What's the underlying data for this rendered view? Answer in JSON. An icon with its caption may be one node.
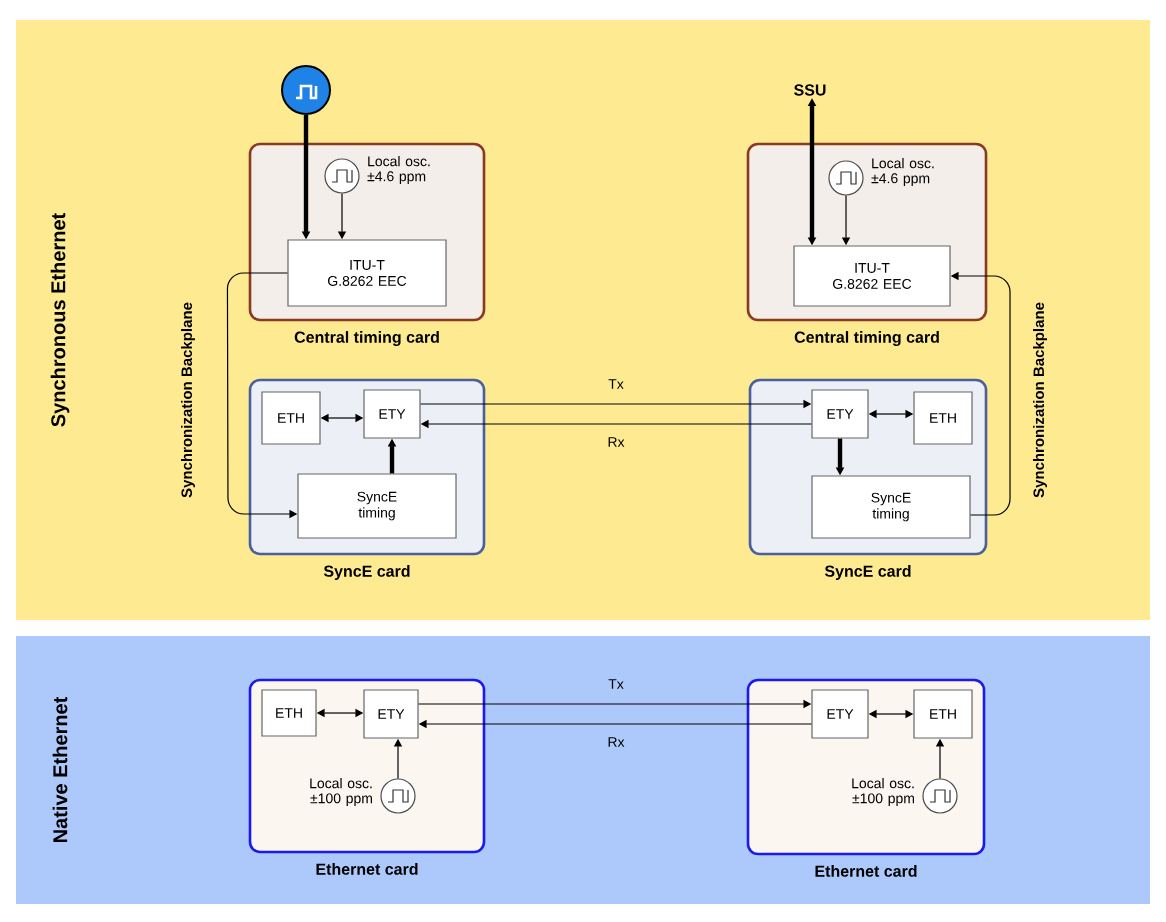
{
  "diagram": {
    "nodes": [
      {
        "text": [
          "Synchronous Ethernet"
        ]
      },
      {
        "text": [
          "Native Ethernet"
        ]
      },
      {
        "text": [
          "Central timing card"
        ],
        "in": 0
      },
      {
        "text": [],
        "shape": "circle",
        "in": 0
      },
      {
        "text": [],
        "shape": "circle",
        "beside": [
          "Local osc. ±4.6 ppm"
        ],
        "in": 2
      },
      {
        "text": [
          "ITU-T G.8262 EEC"
        ],
        "in": 2
      },
      {
        "text": [
          "SyncE card"
        ],
        "in": 0
      },
      {
        "text": [
          "ETH"
        ],
        "in": 6
      },
      {
        "text": [
          "ETY"
        ],
        "in": 6
      },
      {
        "text": [
          "SyncE timing"
        ],
        "in": 6
      },
      {
        "text": [
          "SSU"
        ],
        "in": 0
      },
      {
        "text": [
          "Central timing card"
        ],
        "in": 0
      },
      {
        "text": [],
        "shape": "circle",
        "beside": [
          "Local osc. ±4.6 ppm"
        ],
        "in": 11
      },
      {
        "text": [
          "ITU-T G.8262 EEC"
        ],
        "in": 11
      },
      {
        "text": [
          "SyncE card"
        ],
        "in": 0
      },
      {
        "text": [
          "ETY"
        ],
        "in": 14
      },
      {
        "text": [
          "ETH"
        ],
        "in": 14
      },
      {
        "text": [
          "SyncE timing"
        ],
        "in": 14
      },
      {
        "text": [
          "Ethernet card"
        ],
        "in": 1
      },
      {
        "text": [
          "ETH"
        ],
        "in": 18
      },
      {
        "text": [
          "ETY"
        ],
        "in": 18
      },
      {
        "text": [],
        "shape": "circle",
        "beside": [
          "Local osc. ±100 ppm"
        ],
        "in": 18
      },
      {
        "text": [
          "Ethernet card"
        ],
        "in": 1
      },
      {
        "text": [
          "ETY"
        ],
        "in": 22
      },
      {
        "text": [
          "ETH"
        ],
        "in": 22
      },
      {
        "text": [],
        "shape": "circle",
        "beside": [
          "Local osc. ±100 ppm"
        ],
        "in": 22
      }
    ],
    "edges": [
      {
        "from": 3,
        "to": 5,
        "arrow": "to",
        "style": "thick"
      },
      {
        "from": 4,
        "to": 5,
        "arrow": "to"
      },
      {
        "from": 5,
        "to": 9,
        "arrow": "to",
        "label": "Synchronization Backplane"
      },
      {
        "from": 7,
        "to": 8,
        "arrow": "both"
      },
      {
        "from": 8,
        "to": 15,
        "arrow": "to",
        "label": "Tx"
      },
      {
        "from": 15,
        "to": 8,
        "arrow": "to",
        "label": "Rx"
      },
      {
        "from": 9,
        "to": 8,
        "arrow": "to",
        "style": "thick"
      },
      {
        "from": 13,
        "to": 10,
        "arrow": "both",
        "style": "thick"
      },
      {
        "from": 12,
        "to": 13,
        "arrow": "to"
      },
      {
        "from": 15,
        "to": 16,
        "arrow": "both"
      },
      {
        "from": 15,
        "to": 17,
        "arrow": "to",
        "style": "thick"
      },
      {
        "from": 17,
        "to": 13,
        "arrow": "to",
        "label": "Synchronization Backplane"
      },
      {
        "from": 19,
        "to": 20,
        "arrow": "both"
      },
      {
        "from": 20,
        "to": 23,
        "arrow": "to",
        "label": "Tx"
      },
      {
        "from": 23,
        "to": 20,
        "arrow": "to",
        "label": "Rx"
      },
      {
        "from": 21,
        "to": 20,
        "arrow": "to"
      },
      {
        "from": 23,
        "to": 24,
        "arrow": "both"
      },
      {
        "from": 25,
        "to": 24,
        "arrow": "to"
      }
    ]
  }
}
